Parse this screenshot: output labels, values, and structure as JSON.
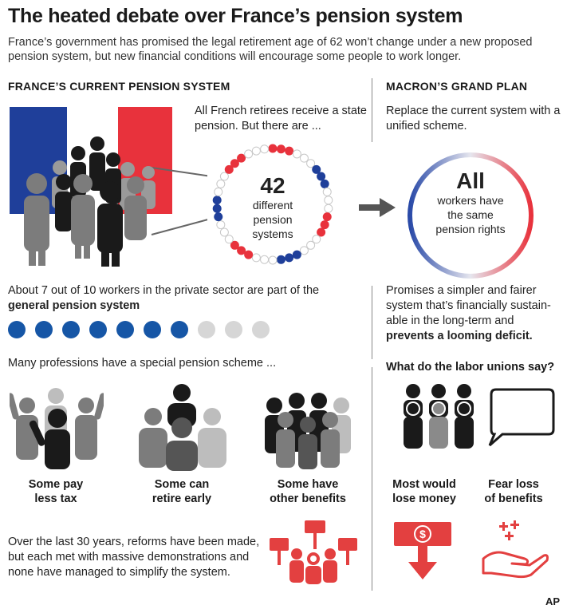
{
  "title": "The heated debate over France’s pension system",
  "intro": "France’s government has promised the legal retirement age of 62 won’t change under a new proposed pension system, but new financial conditions will encourage some people to work longer.",
  "left": {
    "header": "FRANCE’S CURRENT PENSION SYSTEM",
    "retirees_text": "All French retirees receive a state pension. But there are ...",
    "ring": {
      "number": "42",
      "line1": "different",
      "line2": "pension",
      "line3": "systems"
    },
    "workers_text_1": "About 7 out of 10 workers in the private sector are part of the",
    "workers_text_bold": "general pension system",
    "dots": {
      "filled": 7,
      "total": 10,
      "filled_color": "#1656a6",
      "empty_color": "#d6d6d6"
    },
    "special_text": "Many professions have a special pension scheme ...",
    "groups": [
      {
        "line1": "Some pay",
        "line2": "less tax"
      },
      {
        "line1": "Some can",
        "line2": "retire early"
      },
      {
        "line1": "Some have",
        "line2": "other benefits"
      }
    ],
    "reforms_text": "Over the last 30 years, reforms have been made, but each met with massive demonstrations and none have managed to simplify the system."
  },
  "right": {
    "header": "MACRON’S GRAND PLAN",
    "replace_text": "Replace the current system with a unified scheme.",
    "ring": {
      "big": "All",
      "line1": "workers have",
      "line2": "the same",
      "line3": "pension rights"
    },
    "promise_text": "Promises a simpler and fairer system that’s financially sustain-able in the long-term and",
    "promise_bold": "prevents a looming deficit.",
    "unions_header": "What do the labor unions say?",
    "unions": [
      {
        "line1": "Most would",
        "line2": "lose money"
      },
      {
        "line1": "Fear loss",
        "line2": "of benefits"
      }
    ]
  },
  "colors": {
    "blue": "#1f3f9a",
    "red": "#e8323c",
    "accent_red": "#e34040",
    "gray": "#8a8a8a",
    "dark": "#1a1a1a"
  },
  "credit": "AP"
}
